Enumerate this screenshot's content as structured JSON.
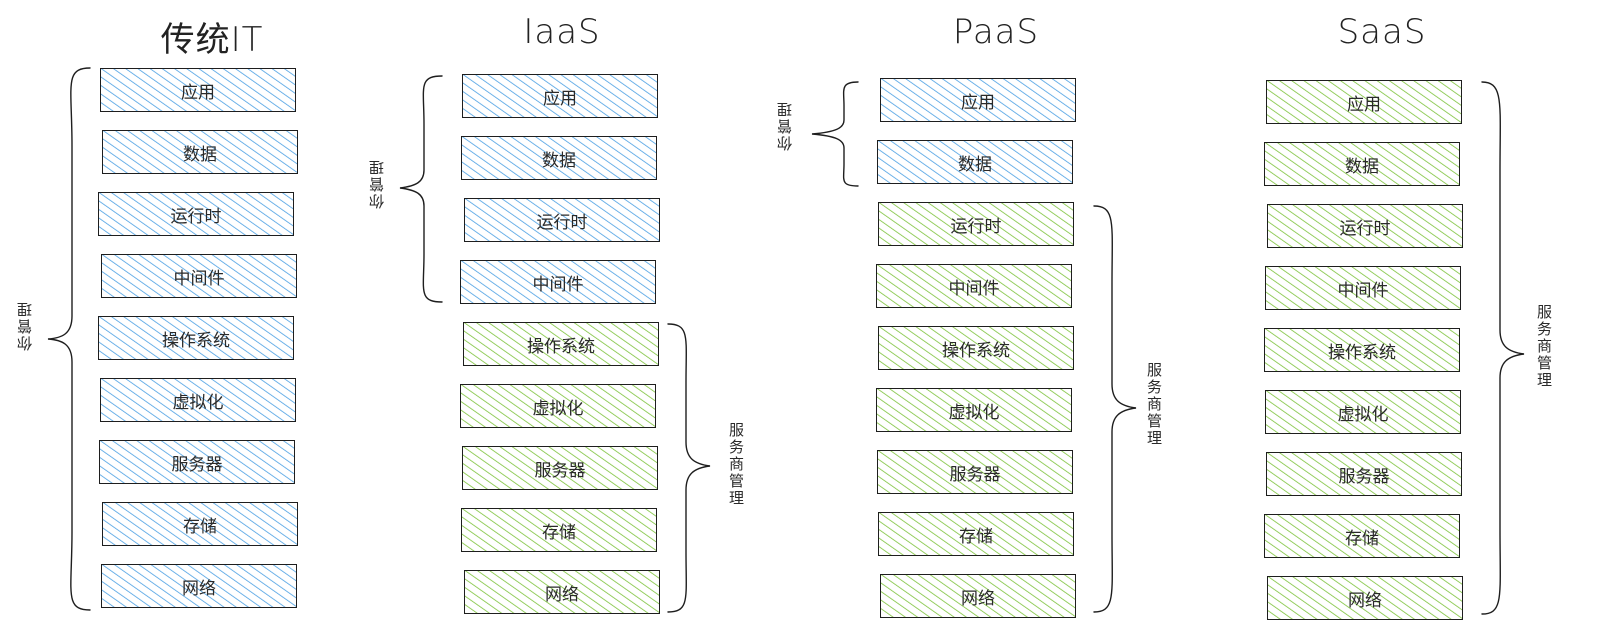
{
  "colors": {
    "customer": "#4a9fe3",
    "provider": "#7cc23a"
  },
  "columns": [
    {
      "title": "传统IT",
      "layers": [
        {
          "label": "应用",
          "owner": "customer"
        },
        {
          "label": "数据",
          "owner": "customer"
        },
        {
          "label": "运行时",
          "owner": "customer"
        },
        {
          "label": "中间件",
          "owner": "customer"
        },
        {
          "label": "操作系统",
          "owner": "customer"
        },
        {
          "label": "虚拟化",
          "owner": "customer"
        },
        {
          "label": "服务器",
          "owner": "customer"
        },
        {
          "label": "存储",
          "owner": "customer"
        },
        {
          "label": "网络",
          "owner": "customer"
        }
      ],
      "customer_label": "你管理",
      "provider_label": ""
    },
    {
      "title": "IaaS",
      "layers": [
        {
          "label": "应用",
          "owner": "customer"
        },
        {
          "label": "数据",
          "owner": "customer"
        },
        {
          "label": "运行时",
          "owner": "customer"
        },
        {
          "label": "中间件",
          "owner": "customer"
        },
        {
          "label": "操作系统",
          "owner": "provider"
        },
        {
          "label": "虚拟化",
          "owner": "provider"
        },
        {
          "label": "服务器",
          "owner": "provider"
        },
        {
          "label": "存储",
          "owner": "provider"
        },
        {
          "label": "网络",
          "owner": "provider"
        }
      ],
      "customer_label": "你管理",
      "provider_label": "服务商管理"
    },
    {
      "title": "PaaS",
      "layers": [
        {
          "label": "应用",
          "owner": "customer"
        },
        {
          "label": "数据",
          "owner": "customer"
        },
        {
          "label": "运行时",
          "owner": "provider"
        },
        {
          "label": "中间件",
          "owner": "provider"
        },
        {
          "label": "操作系统",
          "owner": "provider"
        },
        {
          "label": "虚拟化",
          "owner": "provider"
        },
        {
          "label": "服务器",
          "owner": "provider"
        },
        {
          "label": "存储",
          "owner": "provider"
        },
        {
          "label": "网络",
          "owner": "provider"
        }
      ],
      "customer_label": "你管理",
      "provider_label": "服务商管理"
    },
    {
      "title": "SaaS",
      "layers": [
        {
          "label": "应用",
          "owner": "provider"
        },
        {
          "label": "数据",
          "owner": "provider"
        },
        {
          "label": "运行时",
          "owner": "provider"
        },
        {
          "label": "中间件",
          "owner": "provider"
        },
        {
          "label": "操作系统",
          "owner": "provider"
        },
        {
          "label": "虚拟化",
          "owner": "provider"
        },
        {
          "label": "服务器",
          "owner": "provider"
        },
        {
          "label": "存储",
          "owner": "provider"
        },
        {
          "label": "网络",
          "owner": "provider"
        }
      ],
      "customer_label": "",
      "provider_label": "服务商管理"
    }
  ]
}
